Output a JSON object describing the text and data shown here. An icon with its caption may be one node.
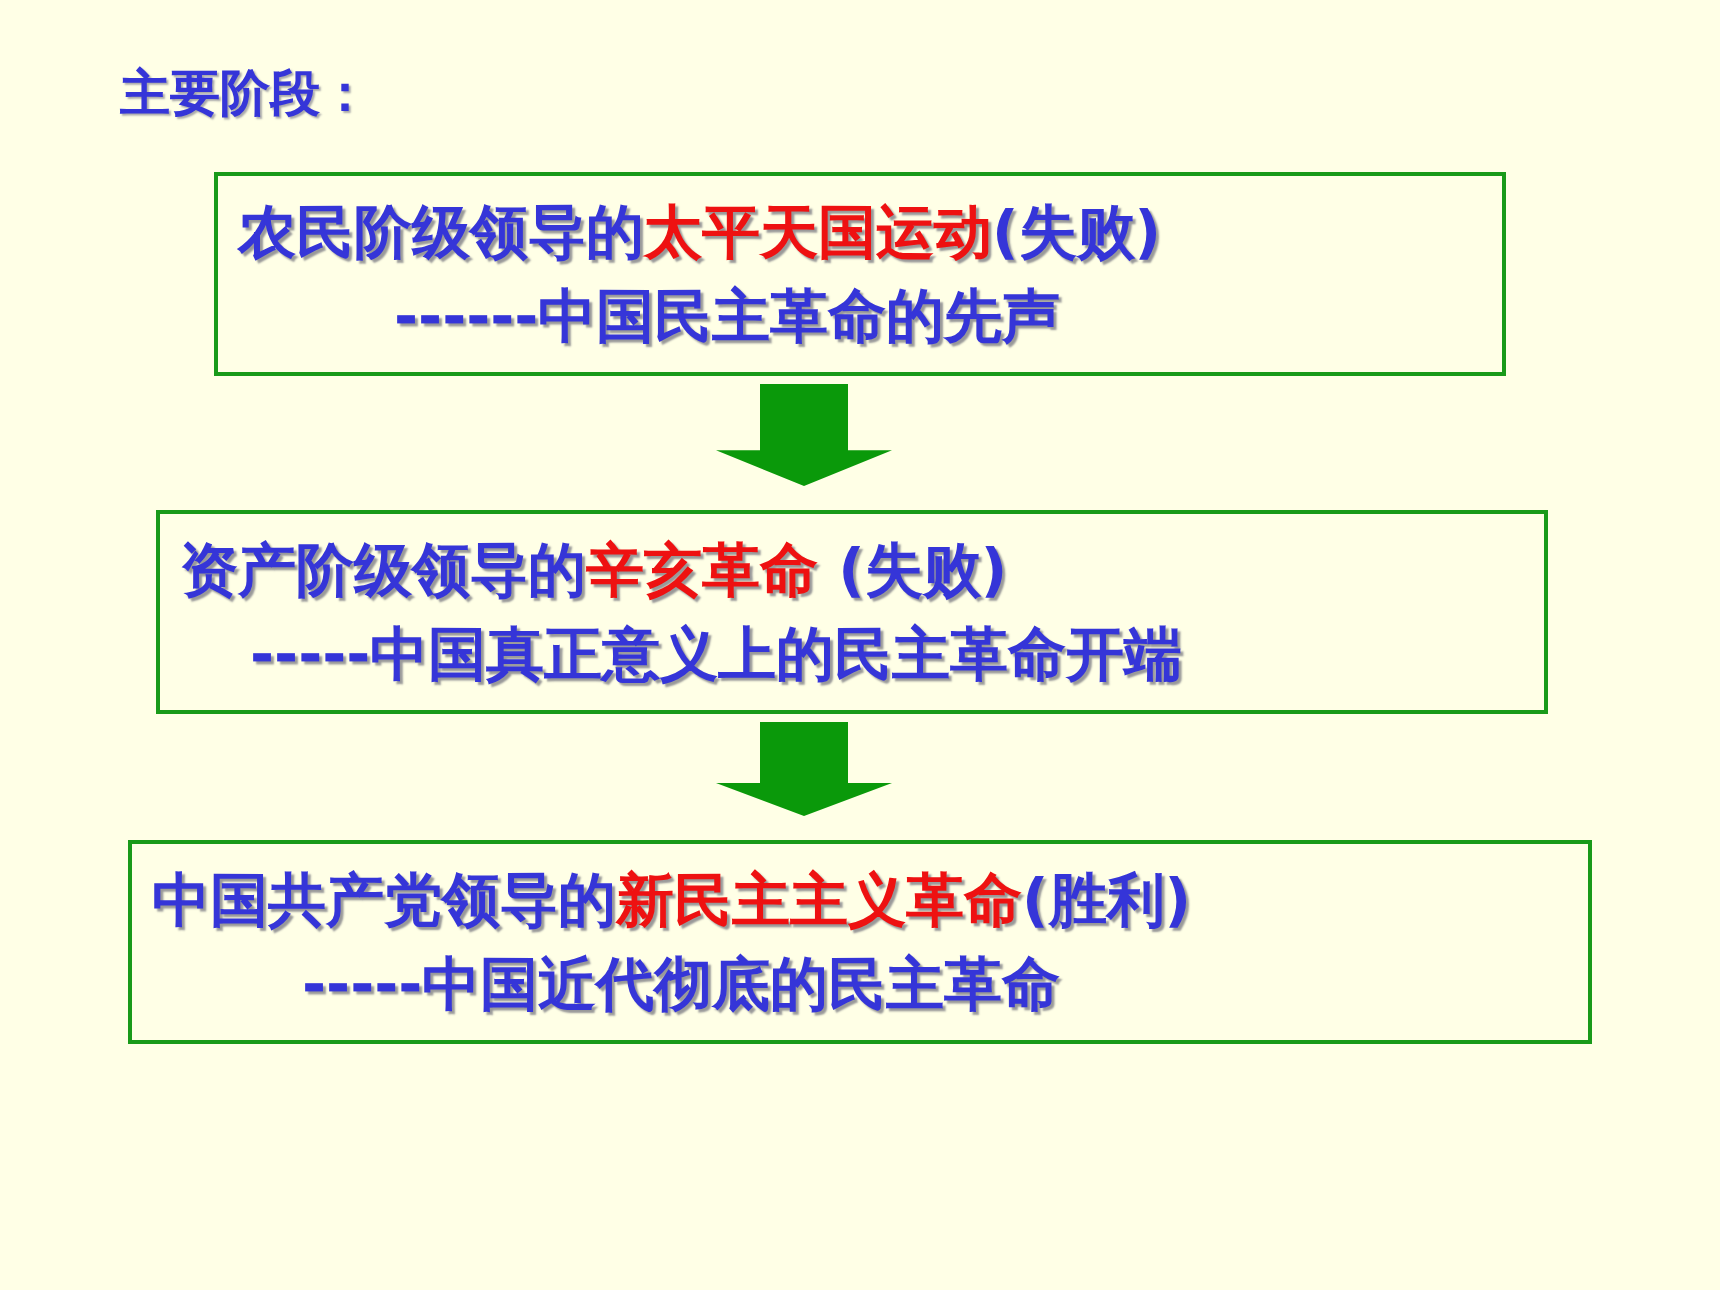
{
  "diagram": {
    "title": "主要阶段：",
    "nodes": [
      {
        "text": [
          "农民阶级领导的**太平天国运动**(失败)",
          "------中国民主革命的先声"
        ]
      },
      {
        "text": [
          "资产阶级领导的**辛亥革命** (失败)",
          "-----中国真正意义上的民主革命开端"
        ]
      },
      {
        "text": [
          "中国共产党领导的**新民主主义革命**(胜利)",
          "-----中国近代彻底的民主革命"
        ]
      }
    ],
    "edges": [
      {
        "from": 0,
        "to": 1,
        "arrow": "to"
      },
      {
        "from": 1,
        "to": 2,
        "arrow": "to"
      }
    ]
  }
}
